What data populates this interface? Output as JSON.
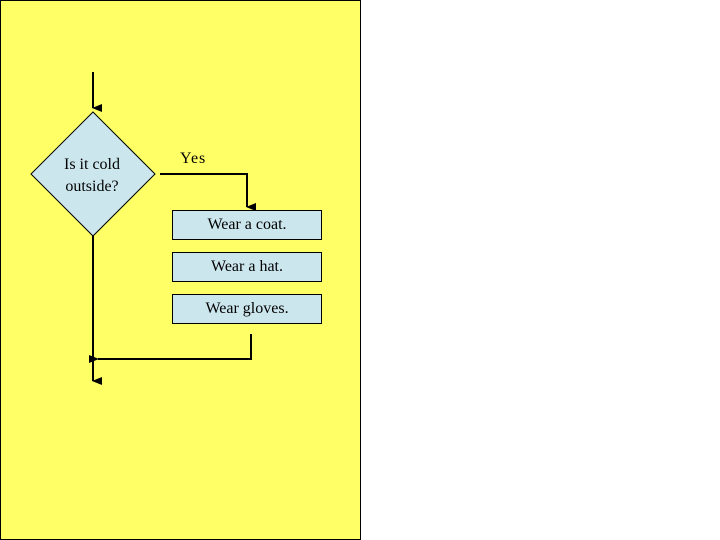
{
  "colors": {
    "panel_background": "#ffff66",
    "decision_fill": "#cce6ee",
    "step_fill": "#cce6ee",
    "line": "#000000"
  },
  "decision": {
    "text": "Is it cold outside?"
  },
  "yes_label": "Yes",
  "steps": [
    {
      "label": "Wear a coat."
    },
    {
      "label": "Wear a hat."
    },
    {
      "label": "Wear gloves."
    }
  ]
}
